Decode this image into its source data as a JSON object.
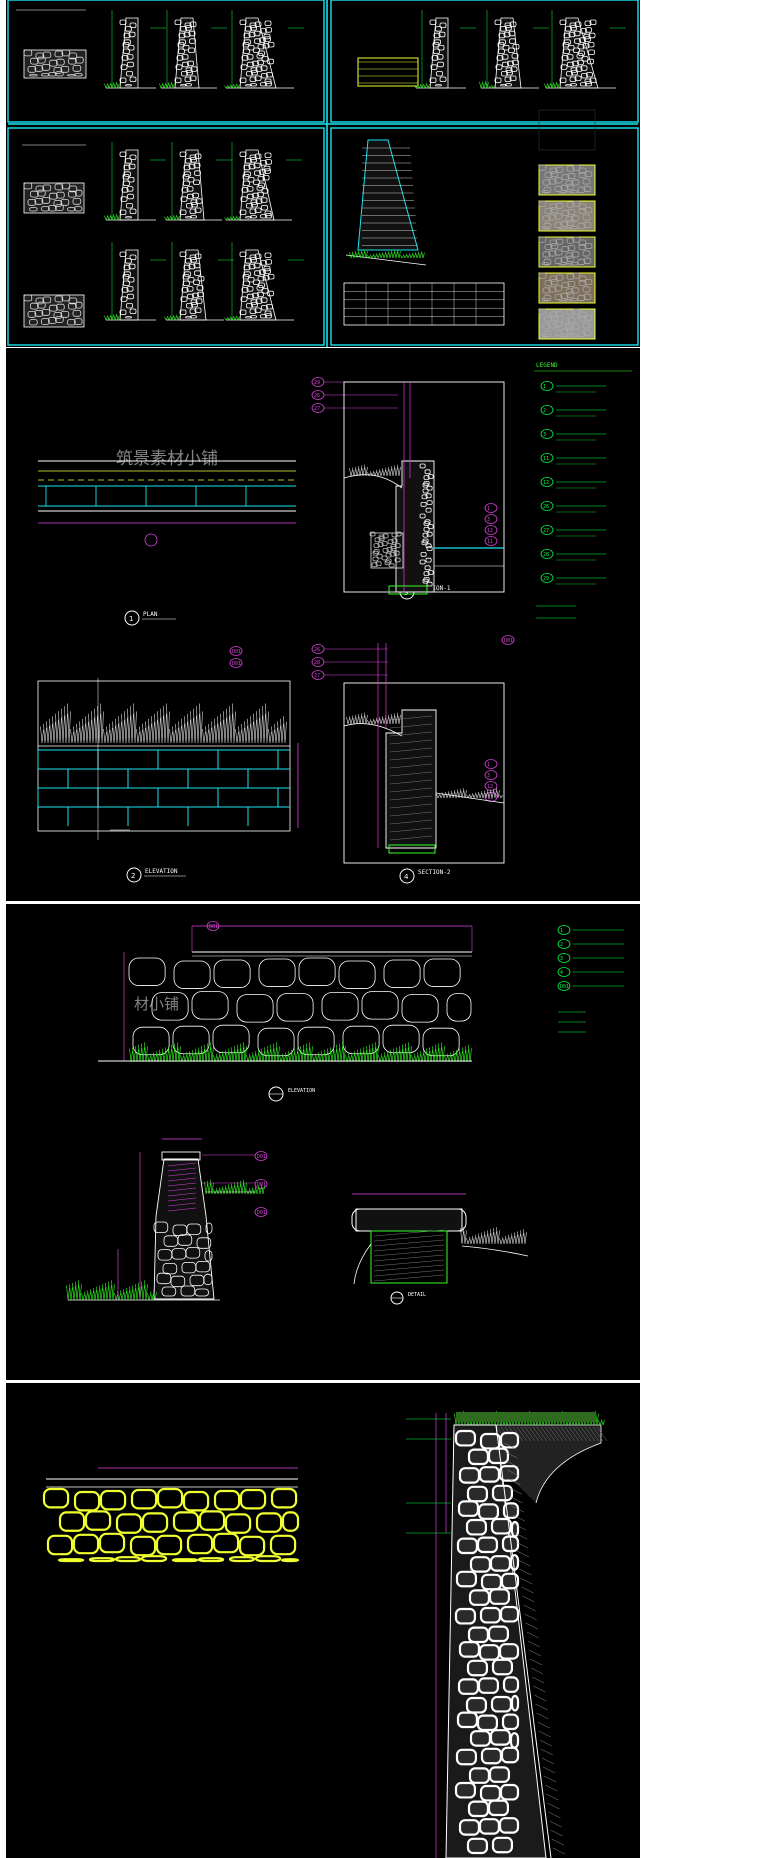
{
  "colors": {
    "background": "#000000",
    "frame": "#19e5f0",
    "dim": "#e040e0",
    "line": "#ffffff",
    "leader": "#00ff44",
    "plant": "#33ff22",
    "stone_fill": "#f0ff30",
    "brick": "#19e5f0"
  },
  "sheet2": {
    "plan_title": "PLAN",
    "elevation_title": "ELEVATION",
    "section1_title": "SECTION-1",
    "section2_title": "SECTION-2",
    "legend_title": "LEGEND",
    "callouts_left": [
      "29",
      "26",
      "27"
    ],
    "callouts_left2": [
      "26",
      "28",
      "27"
    ],
    "callouts_right": [
      "1",
      "3",
      "12",
      "11"
    ],
    "legend_items": [
      {
        "code": "1"
      },
      {
        "code": "2"
      },
      {
        "code": "3"
      },
      {
        "code": "11"
      },
      {
        "code": "12"
      },
      {
        "code": "26"
      },
      {
        "code": "27"
      },
      {
        "code": "28"
      },
      {
        "code": "29"
      }
    ],
    "watermark": "筑景素材小铺"
  },
  "sheet3": {
    "elevation_title": "ELEVATION",
    "detail_title": "DETAIL",
    "callouts": [
      "D01",
      "D01",
      "D01",
      "D01"
    ],
    "legend_items": [
      {
        "code": "1"
      },
      {
        "code": "2"
      },
      {
        "code": "3"
      },
      {
        "code": "4"
      },
      {
        "code": "D01"
      }
    ],
    "watermark": "材小铺"
  }
}
